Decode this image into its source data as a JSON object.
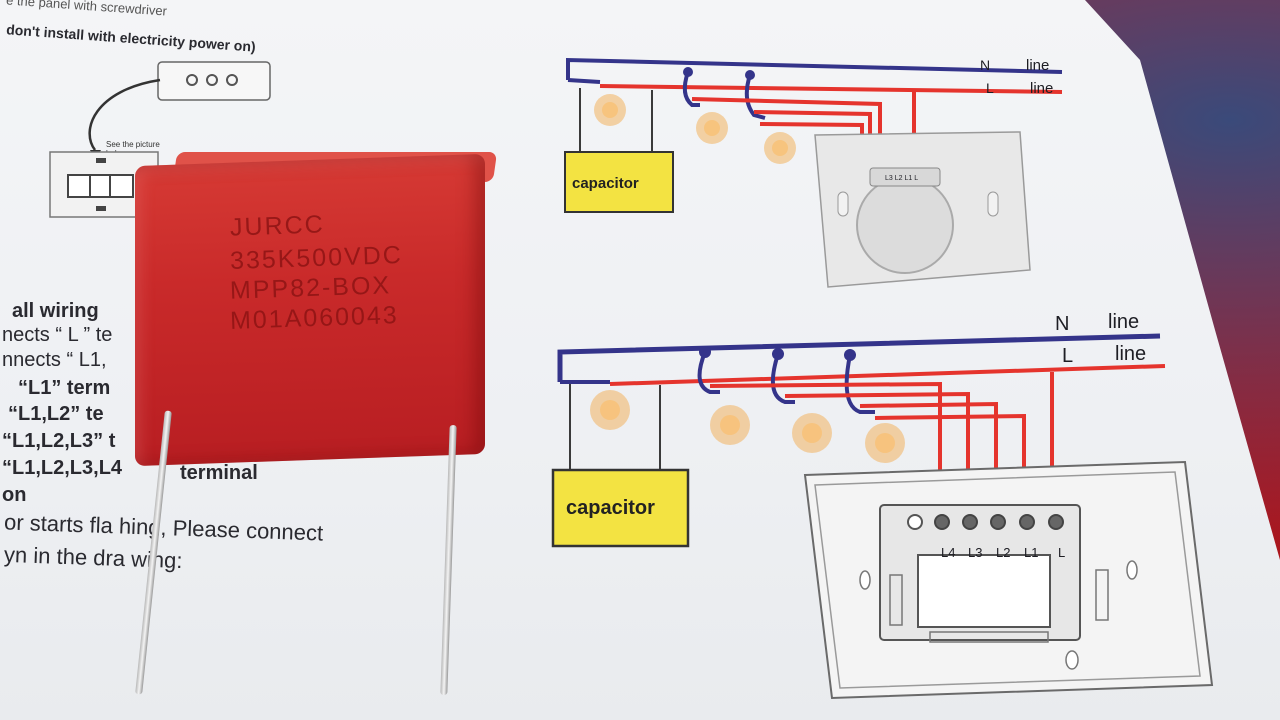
{
  "manual": {
    "line_top": "e the panel with screwdriver",
    "warning": "don't install with electricity power on)",
    "see_picture": "See the picture below",
    "heading": "all wiring",
    "lines": [
      "nects “ L ” te",
      "nnects “ L1,",
      "“L1” term",
      "“L1,L2” te",
      "“L1,L2,L3” t",
      "“L1,L2,L3,L4",
      "terminal",
      "on",
      "or starts fla hing, Please connect",
      "yn in the dra wing:"
    ]
  },
  "diagram_top": {
    "n_label": "N",
    "n_line": "line",
    "l_label": "L",
    "l_line": "line",
    "capacitor": "capacitor",
    "terminals": "L3 L2 L1 L"
  },
  "diagram_bottom": {
    "n_label": "N",
    "n_line": "line",
    "l_label": "L",
    "l_line": "line",
    "capacitor": "capacitor",
    "terminals": [
      "L4",
      "L3",
      "L2",
      "L1",
      "L"
    ]
  },
  "component": {
    "print_lines": [
      "JURCC",
      "335K500VDC",
      "MPP82-BOX",
      "M01A060043"
    ]
  },
  "colors": {
    "neutral_wire": "#34348a",
    "live_wire": "#e5342d",
    "capacitor_box": "#f3e342",
    "capacitor_component": "#c92a2a"
  }
}
